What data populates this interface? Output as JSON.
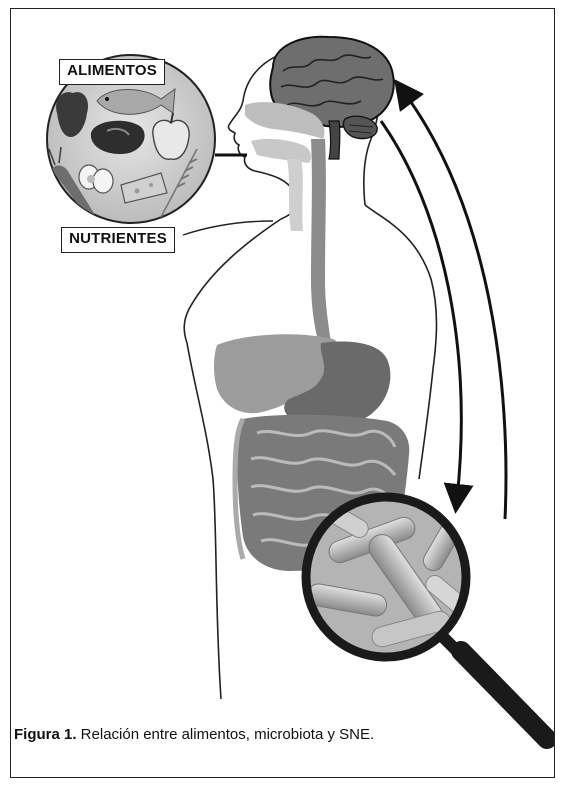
{
  "labels": {
    "foods": "ALIMENTOS",
    "nutrients": "NUTRIENTES"
  },
  "caption": {
    "figure": "Figura 1.",
    "text": " Relación entre alimentos, microbiota y SNE."
  }
}
